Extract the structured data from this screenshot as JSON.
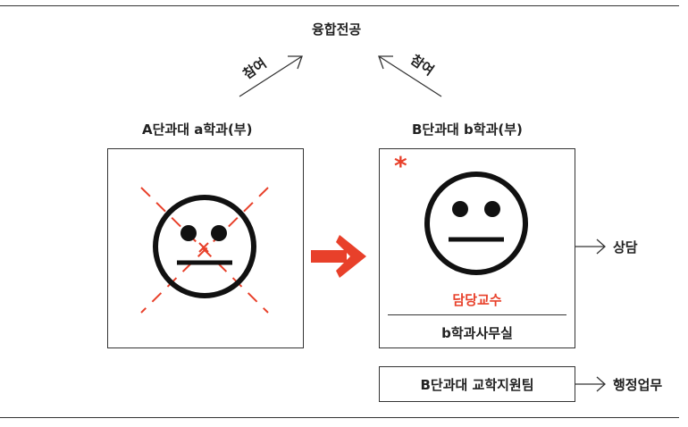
{
  "top_label": "융합전공",
  "participate_left": "참여",
  "participate_right": "참여",
  "left_dept": {
    "title": "A단과대 a학과(부)",
    "face": "neutral-face-crossed-out-icon"
  },
  "right_dept": {
    "title": "B단과대 b학과(부)",
    "face": "neutral-face-icon",
    "star": "*",
    "advisor_label": "담당교수",
    "office_label": "b학과사무실"
  },
  "support_team": "B단과대 교학지원팀",
  "outputs": {
    "counseling": "상담",
    "admin": "행정업무"
  },
  "colors": {
    "accent_red": "#e8402a",
    "line": "#333333",
    "text": "#222222"
  }
}
